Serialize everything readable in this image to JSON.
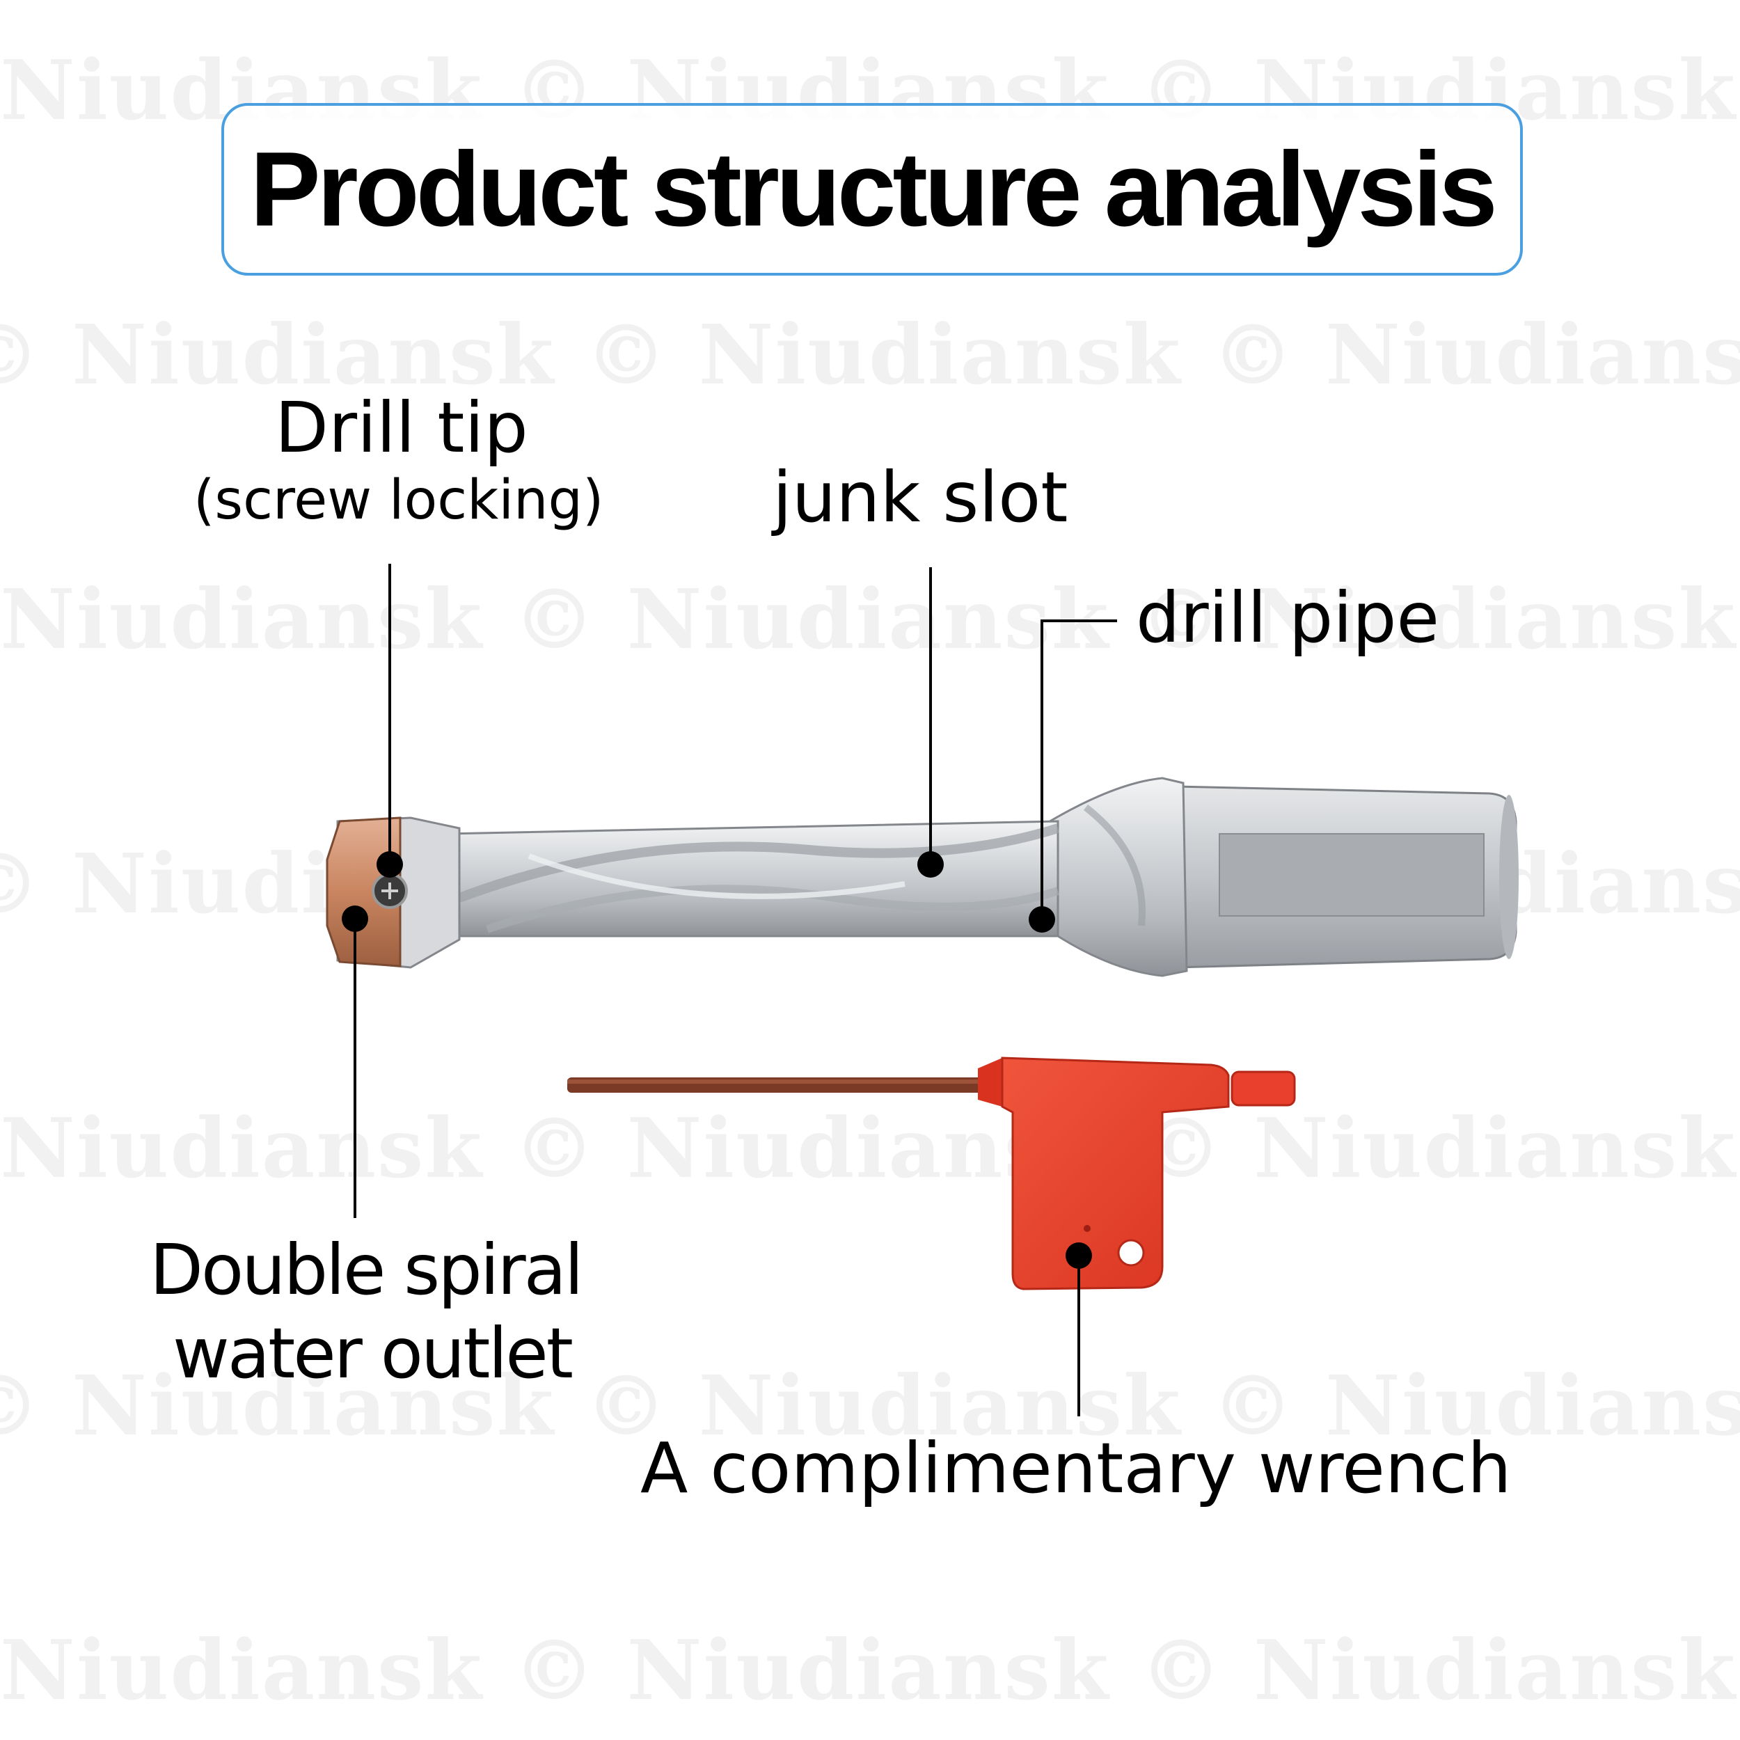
{
  "title": "Product structure analysis",
  "watermark_text": "Niudiansk",
  "labels": {
    "drill_tip": "Drill tip",
    "drill_tip_note": "(screw locking)",
    "junk_slot": "junk slot",
    "drill_pipe": "drill pipe",
    "water_outlet_line1": "Double spiral",
    "water_outlet_line2": "water outlet",
    "wrench": "A complimentary wrench"
  },
  "colors": {
    "title_border": "#4a9fe0",
    "wrench_handle": "#e8402c",
    "drill_tip_copper": "#c98560",
    "steel": "#c9ccd0"
  }
}
